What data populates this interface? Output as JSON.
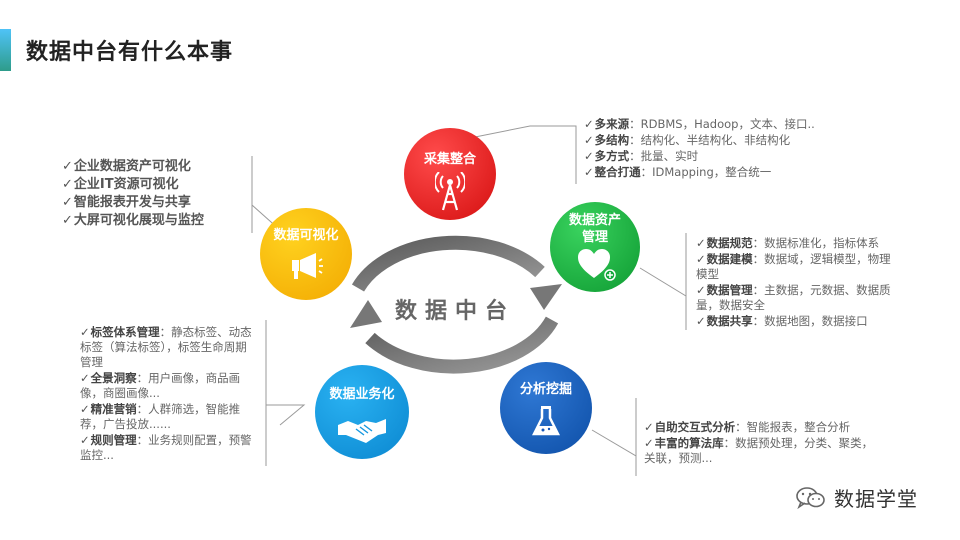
{
  "title": "数据中台有什么本事",
  "center_label": "数据中台",
  "nodes": {
    "collect": {
      "label": "采集整合",
      "color": "#e31414"
    },
    "asset": {
      "label_line1": "数据资产",
      "label_line2": "管理",
      "color": "#12a83a"
    },
    "visual": {
      "label": "数据可视化",
      "color": "#f7b500"
    },
    "business": {
      "label": "数据业务化",
      "color": "#1597e0"
    },
    "analysis": {
      "label": "分析挖掘",
      "color": "#1656b8"
    }
  },
  "collect_points": [
    {
      "head": "多来源",
      "body": "：RDBMS，Hadoop，文本、接口.."
    },
    {
      "head": "多结构",
      "body": "：结构化、半结构化、非结构化"
    },
    {
      "head": "多方式",
      "body": "：批量、实时"
    },
    {
      "head": "整合打通",
      "body": "：IDMapping，整合统一"
    }
  ],
  "asset_points": [
    {
      "head": "数据规范",
      "body": "：数据标准化，指标体系"
    },
    {
      "head": "数据建模",
      "body": "：数据域，逻辑模型，物理模型"
    },
    {
      "head": "数据管理",
      "body": "：主数据，元数据、数据质量，数据安全"
    },
    {
      "head": "数据共享",
      "body": "：数据地图，数据接口"
    }
  ],
  "visual_points": [
    {
      "head": "企业数据资产可视化",
      "body": ""
    },
    {
      "head": "企业IT资源可视化",
      "body": ""
    },
    {
      "head": "智能报表开发与共享",
      "body": ""
    },
    {
      "head": "大屏可视化展现与监控",
      "body": ""
    }
  ],
  "business_points": [
    {
      "head": "标签体系管理",
      "body": "：静态标签、动态标签（算法标签），标签生命周期管理"
    },
    {
      "head": "全景洞察",
      "body": "：用户画像，商品画像，商圈画像..."
    },
    {
      "head": "精准营销",
      "body": "：人群筛选，智能推荐，广告投放......"
    },
    {
      "head": "规则管理",
      "body": "：业务规则配置，预警监控..."
    }
  ],
  "analysis_points": [
    {
      "head": "自助交互式分析",
      "body": "：智能报表，整合分析"
    },
    {
      "head": "丰富的算法库",
      "body": "：数据预处理，分类、聚类，关联，预测..."
    }
  ],
  "watermark": "数据学堂"
}
